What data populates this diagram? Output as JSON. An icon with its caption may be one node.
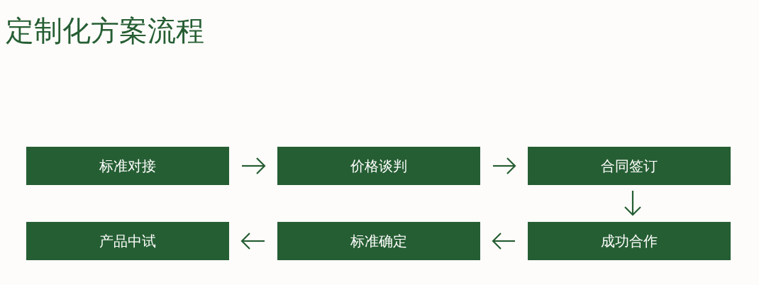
{
  "diagram": {
    "title": "定制化方案流程",
    "nodes": [
      {
        "text": [
          "标准对接"
        ]
      },
      {
        "text": [
          "价格谈判"
        ]
      },
      {
        "text": [
          "合同签订"
        ]
      },
      {
        "text": [
          "产品中试"
        ]
      },
      {
        "text": [
          "标准确定"
        ]
      },
      {
        "text": [
          "成功合作"
        ]
      }
    ],
    "edges": [
      {
        "from": 0,
        "to": 1,
        "arrow": "to"
      },
      {
        "from": 1,
        "to": 2,
        "arrow": "to"
      },
      {
        "from": 2,
        "to": 5,
        "arrow": "to"
      },
      {
        "from": 5,
        "to": 4,
        "arrow": "to"
      },
      {
        "from": 4,
        "to": 3,
        "arrow": "to"
      }
    ]
  }
}
